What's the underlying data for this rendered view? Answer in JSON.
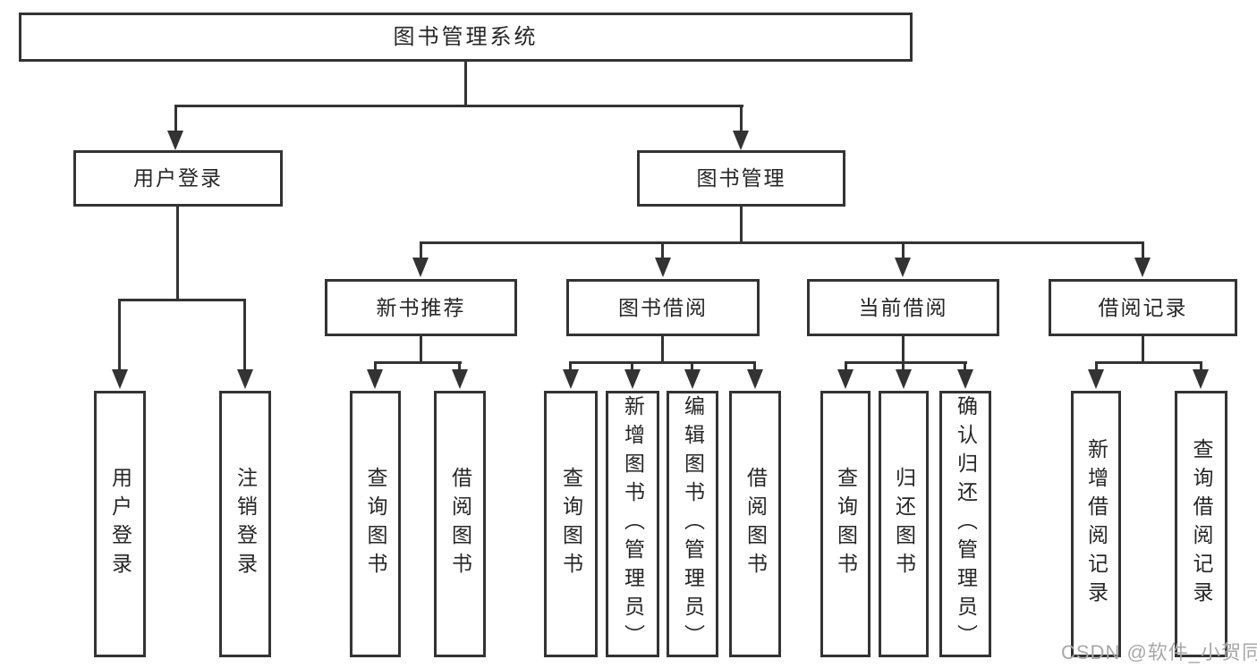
{
  "tree": {
    "root": "图书管理系统",
    "level2": {
      "user_login": {
        "label": "用户登录",
        "children": [
          "用户登录",
          "注销登录"
        ]
      },
      "book_management": {
        "label": "图书管理"
      }
    },
    "level3": {
      "new_book_recommend": {
        "label": "新书推荐",
        "children": [
          "查询图书",
          "借阅图书"
        ]
      },
      "book_borrowing": {
        "label": "图书借阅",
        "children": [
          "查询图书",
          "新增图书（管理员）",
          "编辑图书（管理员）",
          "借阅图书"
        ]
      },
      "current_borrowing": {
        "label": "当前借阅",
        "children": [
          "查询图书",
          "归还图书",
          "确认归还（管理员）"
        ]
      },
      "borrowing_records": {
        "label": "借阅记录",
        "children": [
          "新增借阅记录",
          "查询借阅记录"
        ]
      }
    }
  },
  "watermark": "CSDN @软件_小贺同学",
  "colors": {
    "line": "#333333",
    "text": "#262626",
    "box_fill": "#ffffff",
    "background": "#ffffff",
    "watermark": "#a8a8a8"
  }
}
